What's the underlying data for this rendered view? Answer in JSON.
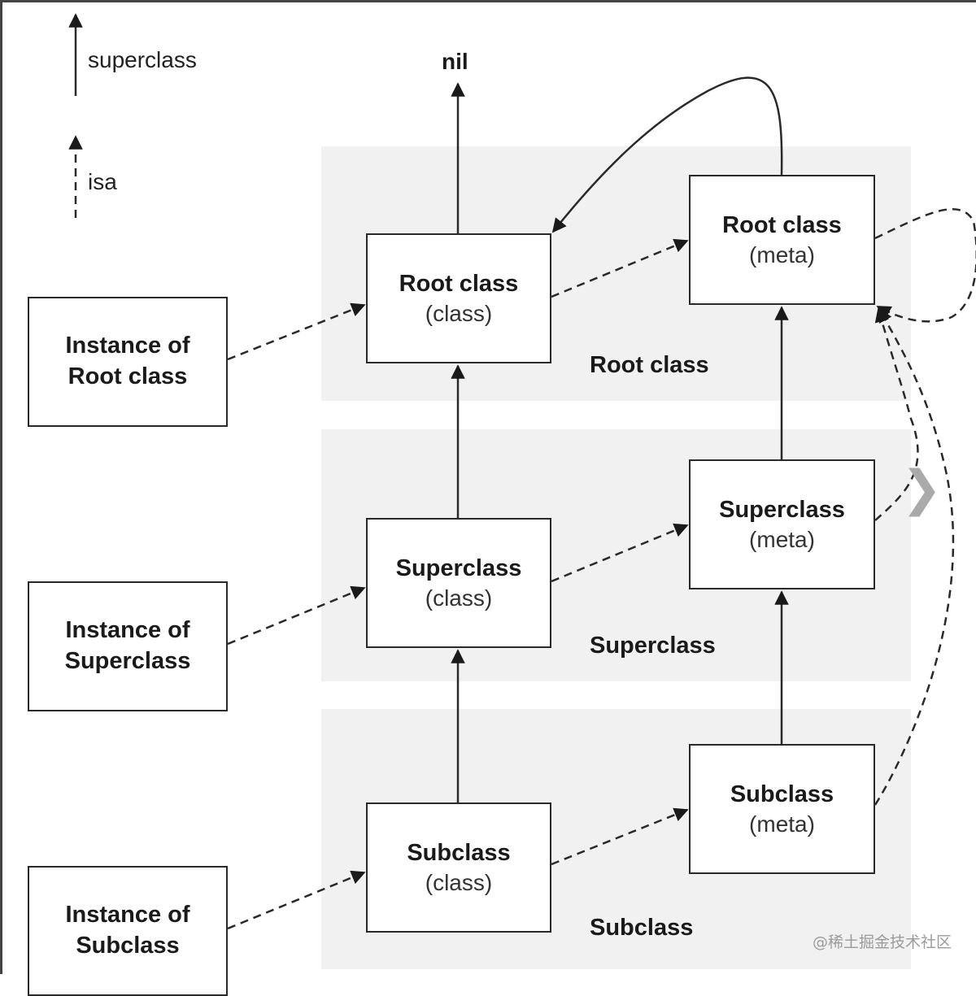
{
  "legend": {
    "superclass_label": "superclass",
    "isa_label": "isa"
  },
  "nil_label": "nil",
  "bands": {
    "root": "Root class",
    "super": "Superclass",
    "sub": "Subclass"
  },
  "instances": {
    "root": "Instance of\nRoot class",
    "super": "Instance of\nSuperclass",
    "sub": "Instance of\nSubclass"
  },
  "classes": {
    "root": {
      "title": "Root class",
      "sub": "(class)"
    },
    "super": {
      "title": "Superclass",
      "sub": "(class)"
    },
    "sub": {
      "title": "Subclass",
      "sub": "(class)"
    }
  },
  "metas": {
    "root": {
      "title": "Root class",
      "sub": "(meta)"
    },
    "super": {
      "title": "Superclass",
      "sub": "(meta)"
    },
    "sub": {
      "title": "Subclass",
      "sub": "(meta)"
    }
  },
  "watermark": "@稀土掘金技术社区",
  "colors": {
    "band": "#f1f1f1",
    "line": "#2a2a2a"
  }
}
